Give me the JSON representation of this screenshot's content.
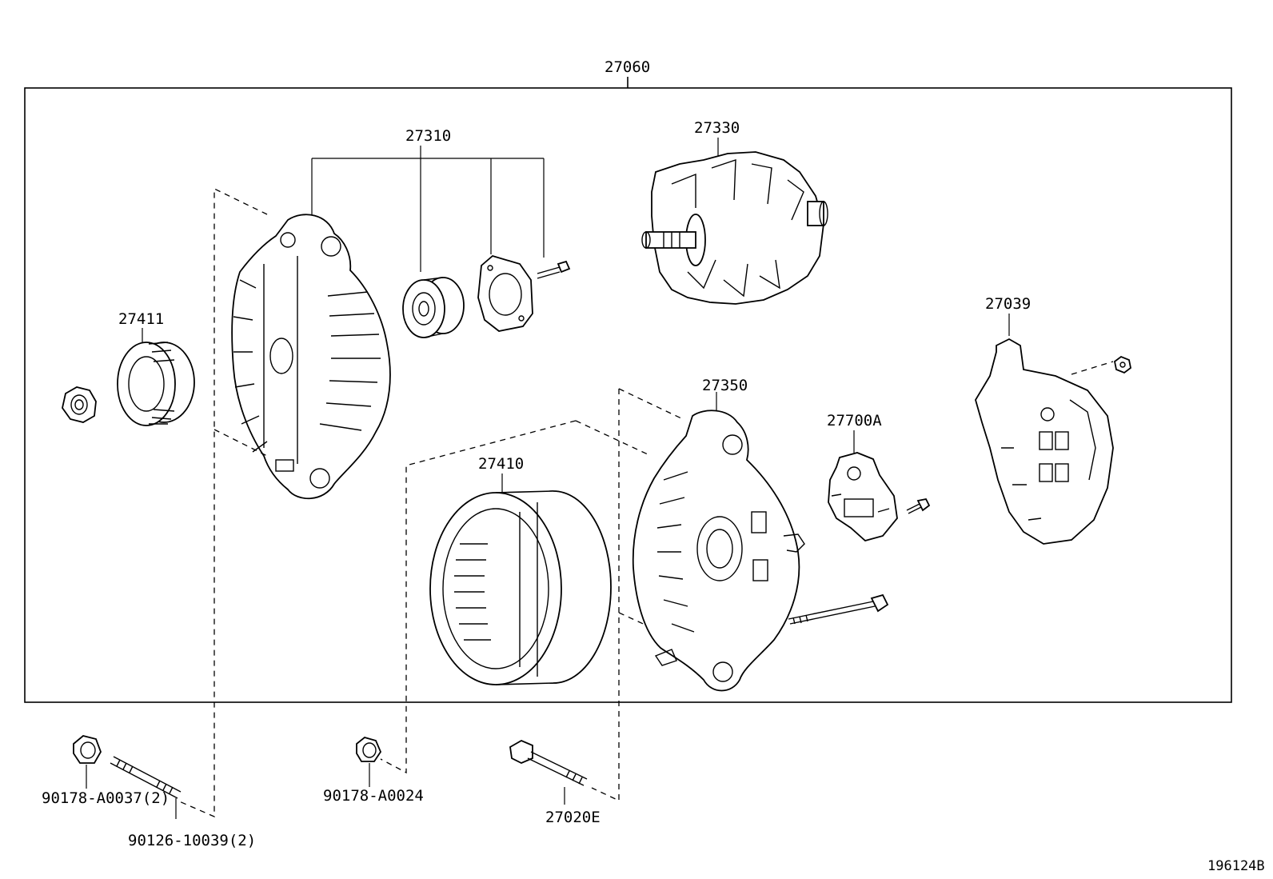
{
  "diagram": {
    "labels": {
      "assembly": "27060",
      "frame_drive_end": "27310",
      "rotor": "27330",
      "pulley": "27411",
      "rectifier_cover": "27039",
      "frame_rear": "27350",
      "regulator": "27700A",
      "stator": "27410",
      "nut_a": "90178-A0037(2)",
      "stud_bolt": "90126-10039(2)",
      "nut_b": "90178-A0024",
      "through_bolt": "27020E"
    },
    "image_code": "196124B"
  }
}
